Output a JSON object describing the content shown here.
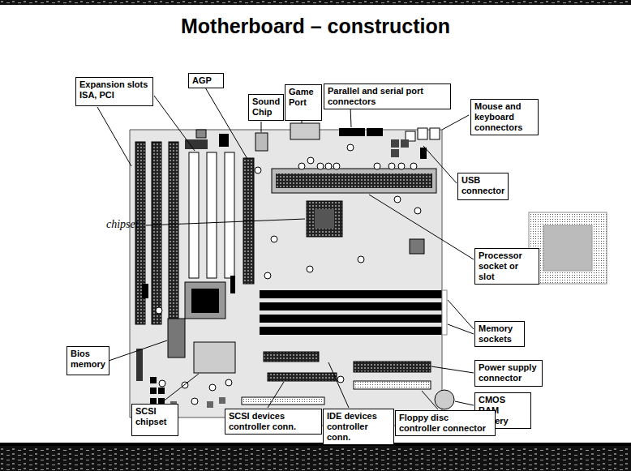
{
  "diagram": {
    "title": "Motherboard – construction",
    "nodes": [
      {
        "text": [
          "Expansion slots ISA, PCI"
        ]
      },
      {
        "text": [
          "AGP"
        ]
      },
      {
        "text": [
          "Sound Chip"
        ]
      },
      {
        "text": [
          "Game Port"
        ]
      },
      {
        "text": [
          "Parallel and serial port connectors"
        ]
      },
      {
        "text": [
          "Mouse and keyboard connectors"
        ]
      },
      {
        "text": [
          "USB connector"
        ]
      },
      {
        "text": [
          "Processor socket or slot"
        ]
      },
      {
        "text": [
          "Memory sockets"
        ]
      },
      {
        "text": [
          "Bios memory"
        ]
      },
      {
        "text": [
          "Power supply connector"
        ]
      },
      {
        "text": [
          "CMOS RAM battery"
        ]
      },
      {
        "text": [
          "SCSI chipset"
        ]
      },
      {
        "text": [
          "SCSI devices controller conn."
        ]
      },
      {
        "text": [
          "IDE devices controller conn."
        ]
      },
      {
        "text": [
          "Floppy disc controller connector"
        ]
      }
    ],
    "labels": [
      "chipset"
    ]
  }
}
